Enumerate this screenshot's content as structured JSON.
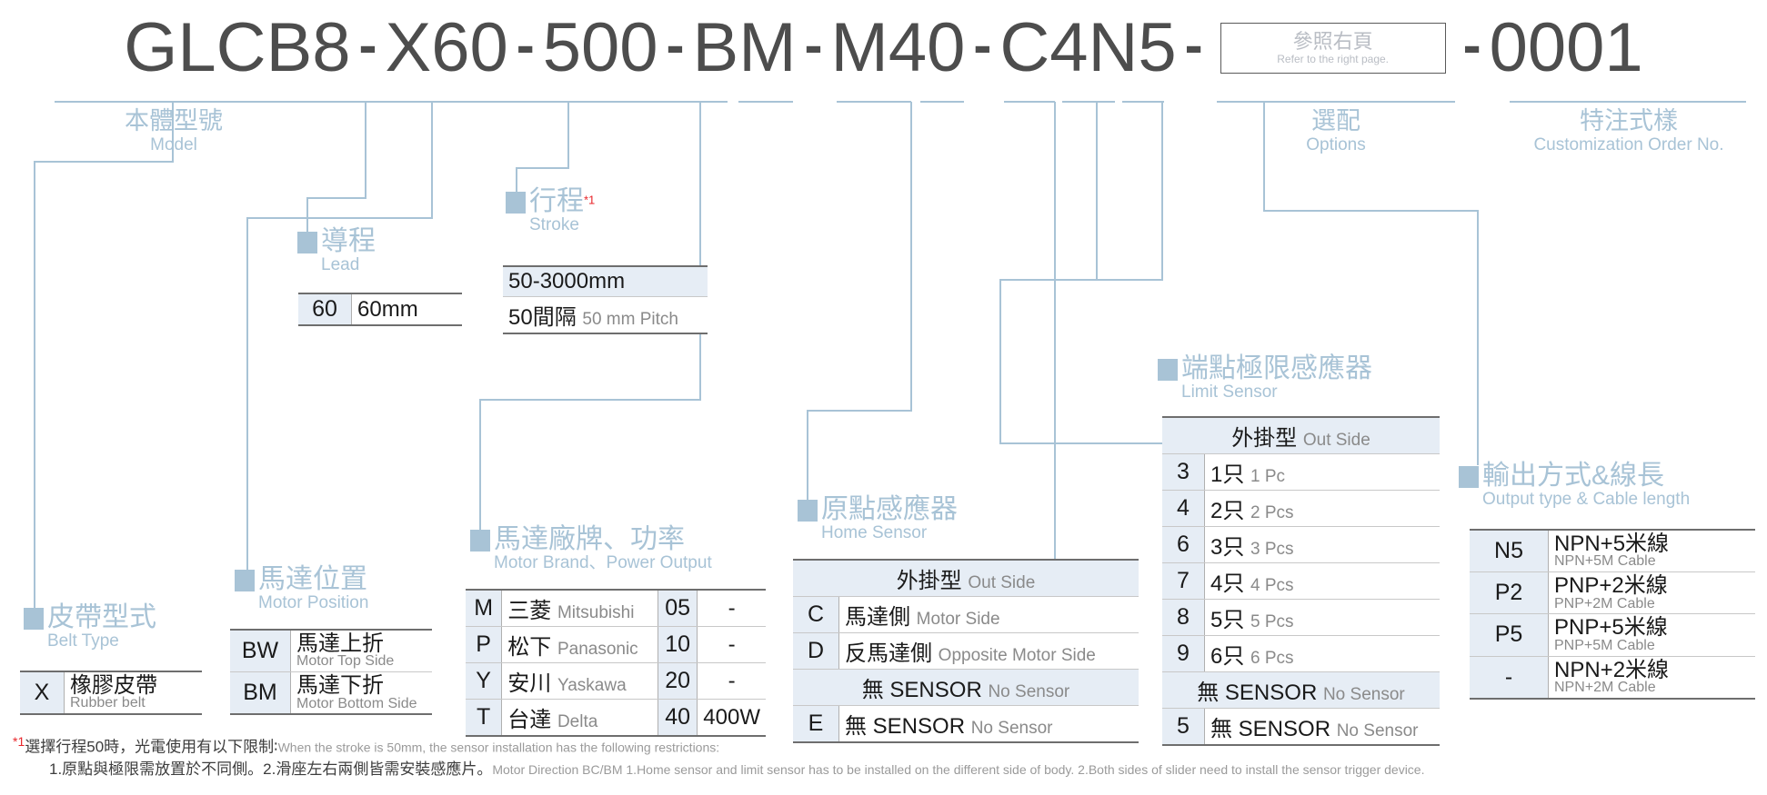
{
  "header": {
    "segments": [
      {
        "text": "GLCB8"
      },
      {
        "text": "X60"
      },
      {
        "text": "500"
      },
      {
        "text": "BM"
      },
      {
        "text": "M40"
      },
      {
        "text": "C4N5"
      }
    ],
    "dash": "-",
    "option_box": {
      "cn": "參照右頁",
      "en": "Refer to the right page."
    },
    "last_segment": "0001"
  },
  "top_labels": {
    "model": {
      "cn": "本體型號",
      "en": "Model"
    },
    "options": {
      "cn": "選配",
      "en": "Options"
    },
    "customization": {
      "cn": "特注式樣",
      "en": "Customization Order No."
    }
  },
  "sections": {
    "lead": {
      "cn": "導程",
      "en": "Lead"
    },
    "stroke": {
      "cn": "行程",
      "en": "Stroke",
      "star": "*1"
    },
    "belt_type": {
      "cn": "皮帶型式",
      "en": "Belt Type"
    },
    "motor_position": {
      "cn": "馬達位置",
      "en": "Motor Position"
    },
    "motor_brand": {
      "cn": "馬達廠牌、功率",
      "en": "Motor Brand、Power Output"
    },
    "home_sensor": {
      "cn": "原點感應器",
      "en": "Home Sensor"
    },
    "limit_sensor": {
      "cn": "端點極限感應器",
      "en": "Limit Sensor"
    },
    "output_type": {
      "cn": "輸出方式&線長",
      "en": "Output type & Cable length"
    }
  },
  "tables": {
    "lead": {
      "rows": [
        {
          "key": "60",
          "val": "60mm"
        }
      ]
    },
    "stroke": {
      "rows": [
        {
          "val": "50-3000mm",
          "highlight": true
        },
        {
          "cn": "50間隔",
          "en": "50 mm Pitch"
        }
      ]
    },
    "belt_type": {
      "rows": [
        {
          "key": "X",
          "main": "橡膠皮帶",
          "sub": "Rubber belt"
        }
      ]
    },
    "motor_position": {
      "rows": [
        {
          "key": "BW",
          "main": "馬達上折",
          "sub": "Motor Top Side"
        },
        {
          "key": "BM",
          "main": "馬達下折",
          "sub": "Motor Bottom Side"
        }
      ]
    },
    "motor_brand": {
      "rows": [
        {
          "key": "M",
          "cn": "三菱",
          "en": "Mitsubishi",
          "code": "05",
          "power": "-"
        },
        {
          "key": "P",
          "cn": "松下",
          "en": "Panasonic",
          "code": "10",
          "power": "-"
        },
        {
          "key": "Y",
          "cn": "安川",
          "en": "Yaskawa",
          "code": "20",
          "power": "-"
        },
        {
          "key": "T",
          "cn": "台達",
          "en": "Delta",
          "code": "40",
          "power": "400W"
        }
      ]
    },
    "home_sensor": {
      "group1": {
        "cn": "外掛型",
        "en": "Out Side"
      },
      "rows1": [
        {
          "key": "C",
          "cn": "馬達側",
          "en": "Motor Side"
        },
        {
          "key": "D",
          "cn": "反馬達側",
          "en": "Opposite Motor Side"
        }
      ],
      "group2": {
        "cn": "無 SENSOR",
        "en": "No Sensor"
      },
      "rows2": [
        {
          "key": "E",
          "cn": "無 SENSOR",
          "en": "No Sensor"
        }
      ]
    },
    "limit_sensor": {
      "group1": {
        "cn": "外掛型",
        "en": "Out Side"
      },
      "rows1": [
        {
          "key": "3",
          "cn": "1只",
          "en": "1 Pc"
        },
        {
          "key": "4",
          "cn": "2只",
          "en": "2 Pcs"
        },
        {
          "key": "6",
          "cn": "3只",
          "en": "3 Pcs"
        },
        {
          "key": "7",
          "cn": "4只",
          "en": "4 Pcs"
        },
        {
          "key": "8",
          "cn": "5只",
          "en": "5 Pcs"
        },
        {
          "key": "9",
          "cn": "6只",
          "en": "6 Pcs"
        }
      ],
      "group2": {
        "cn": "無 SENSOR",
        "en": "No Sensor"
      },
      "rows2": [
        {
          "key": "5",
          "cn": "無 SENSOR",
          "en": "No Sensor"
        }
      ]
    },
    "output_type": {
      "rows": [
        {
          "key": "N5",
          "main": "NPN+5米線",
          "sub": "NPN+5M Cable"
        },
        {
          "key": "P2",
          "main": "PNP+2米線",
          "sub": "PNP+2M Cable"
        },
        {
          "key": "P5",
          "main": "PNP+5米線",
          "sub": "PNP+5M Cable"
        },
        {
          "key": "-",
          "main": "NPN+2米線",
          "sub": "NPN+2M Cable"
        }
      ]
    }
  },
  "notes": {
    "star": "*1",
    "line1_cn": "選擇行程50時，光電使用有以下限制∶",
    "line1_en": "When the stroke is 50mm, the sensor installation has  the following restrictions:",
    "line2_cn": "1.原點與極限需放置於不同側。2.滑座左右兩側皆需安裝感應片。",
    "line2_en": "Motor Direction BC/BM 1.Home sensor and limit sensor has to be installed on the different side of body.  2.Both sides of slider need to install the sensor trigger device."
  },
  "colors": {
    "accent": "#a8c3d6",
    "line": "#a8c3d6",
    "code_text": "#4d4d4d",
    "table_key_bg": "#e6edf5",
    "note_red": "#e8252a"
  }
}
